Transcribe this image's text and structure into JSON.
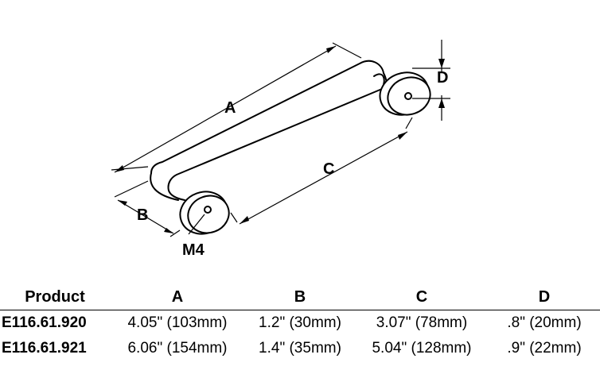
{
  "diagram": {
    "labels": {
      "a": "A",
      "b": "B",
      "c": "C",
      "d": "D",
      "thread": "M4"
    }
  },
  "table": {
    "headers": [
      "Product",
      "A",
      "B",
      "C",
      "D"
    ],
    "rows": [
      [
        "E116.61.920",
        "4.05\" (103mm)",
        "1.2\" (30mm)",
        "3.07\" (78mm)",
        ".8\" (20mm)"
      ],
      [
        "E116.61.921",
        "6.06\" (154mm)",
        "1.4\" (35mm)",
        "5.04\" (128mm)",
        ".9\" (22mm)"
      ]
    ]
  }
}
